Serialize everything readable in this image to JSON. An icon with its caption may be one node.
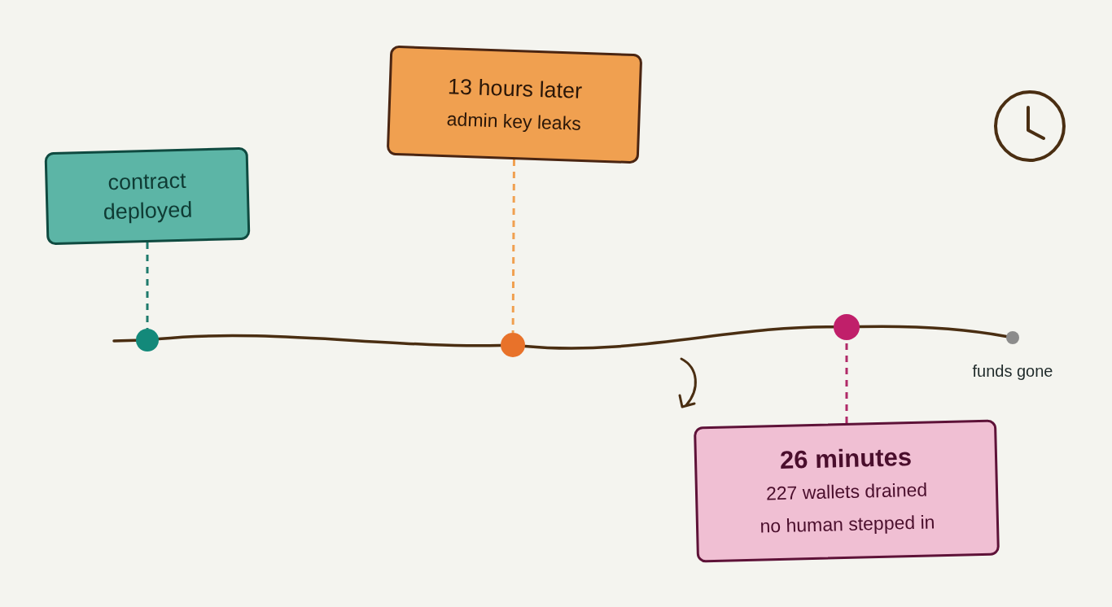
{
  "diagram": {
    "nodes": [
      {
        "text": [
          "contract deployed"
        ]
      },
      {
        "text": [],
        "shape": "circle"
      },
      {
        "text": [
          "13 hours later",
          "admin key leaks"
        ]
      },
      {
        "text": [],
        "shape": "circle"
      },
      {
        "text": [],
        "shape": "circle"
      },
      {
        "text": [
          "26 minutes",
          "227 wallets drained",
          "no human stepped in"
        ]
      },
      {
        "text": [],
        "shape": "circle",
        "beside": [
          "funds gone"
        ]
      }
    ],
    "edges": [
      {
        "from": null,
        "to": 1,
        "arrow": "none"
      },
      {
        "from": 1,
        "to": 3,
        "arrow": "none"
      },
      {
        "from": 3,
        "to": 4,
        "arrow": "none"
      },
      {
        "from": 4,
        "to": 6,
        "arrow": "none"
      },
      {
        "from": 0,
        "to": 1,
        "arrow": "none",
        "style": "dashed",
        "color": "#1e7a6c"
      },
      {
        "from": 2,
        "to": 3,
        "arrow": "none",
        "style": "dashed",
        "color": "#f0a050"
      },
      {
        "from": 5,
        "to": 4,
        "arrow": "none",
        "style": "dashed",
        "color": "#b02a68"
      }
    ]
  }
}
